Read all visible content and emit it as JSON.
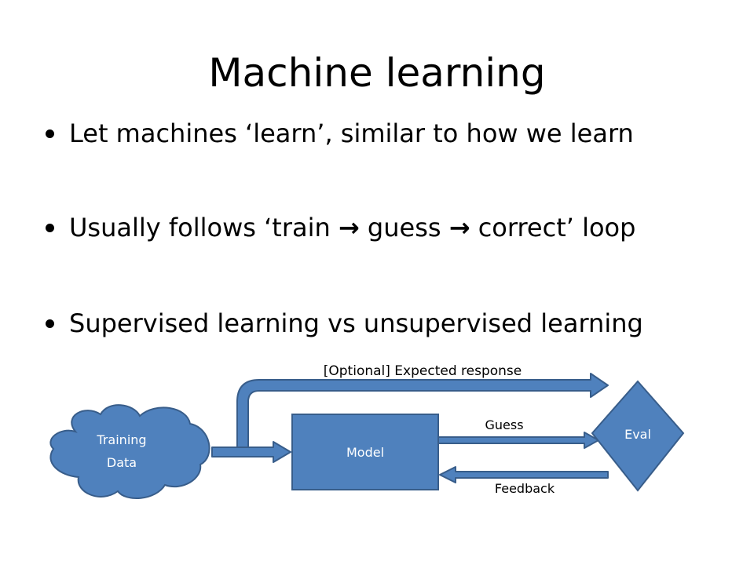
{
  "slide": {
    "title": "Machine learning",
    "bullets": [
      {
        "text": "Let machines ‘learn’, similar to how we learn"
      },
      {
        "before": "Usually follows ‘train ",
        "arrow1": "→",
        "middle": " guess ",
        "arrow2": "→",
        "after": " correct’ loop"
      },
      {
        "text": "Supervised learning vs unsupervised learning"
      }
    ]
  },
  "diagram": {
    "cloud": {
      "line1": "Training",
      "line2": "Data"
    },
    "model": {
      "label": "Model"
    },
    "eval": {
      "label": "Eval"
    },
    "labels": {
      "expected": "[Optional] Expected response",
      "guess": "Guess",
      "feedback": "Feedback"
    },
    "colors": {
      "shape_fill": "#4f81bd",
      "shape_stroke": "#385d8a",
      "arrow_fill": "#4f81bd",
      "arrow_stroke": "#385d8a",
      "shape_text": "#ffffff"
    }
  }
}
